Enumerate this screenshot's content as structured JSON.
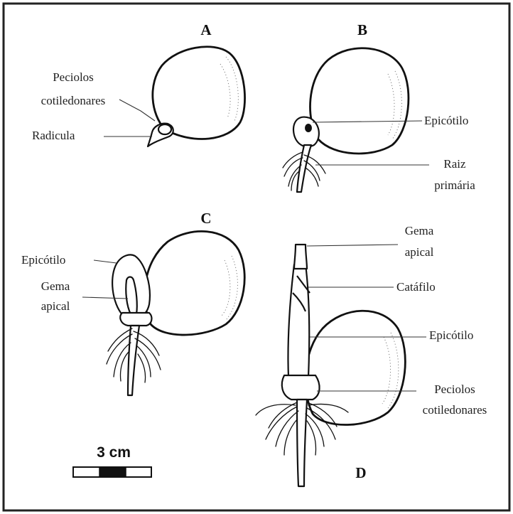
{
  "panels": {
    "a": "A",
    "b": "B",
    "c": "C",
    "d": "D"
  },
  "labels": {
    "a_peciolos_line1": "Peciolos",
    "a_peciolos_line2": "cotiledonares",
    "a_radicula": "Radicula",
    "b_epicotilo": "Epicótilo",
    "b_raiz_line1": "Raiz",
    "b_raiz_line2": "primária",
    "c_epicotilo": "Epicótilo",
    "c_gema_line1": "Gema",
    "c_gema_line2": "apical",
    "d_gema_line1": "Gema",
    "d_gema_line2": "apical",
    "d_catafilo": "Catáfilo",
    "d_epicotilo": "Epicótilo",
    "d_peciolos_line1": "Peciolos",
    "d_peciolos_line2": "cotiledonares"
  },
  "scale_bar": {
    "label": "3 cm"
  }
}
